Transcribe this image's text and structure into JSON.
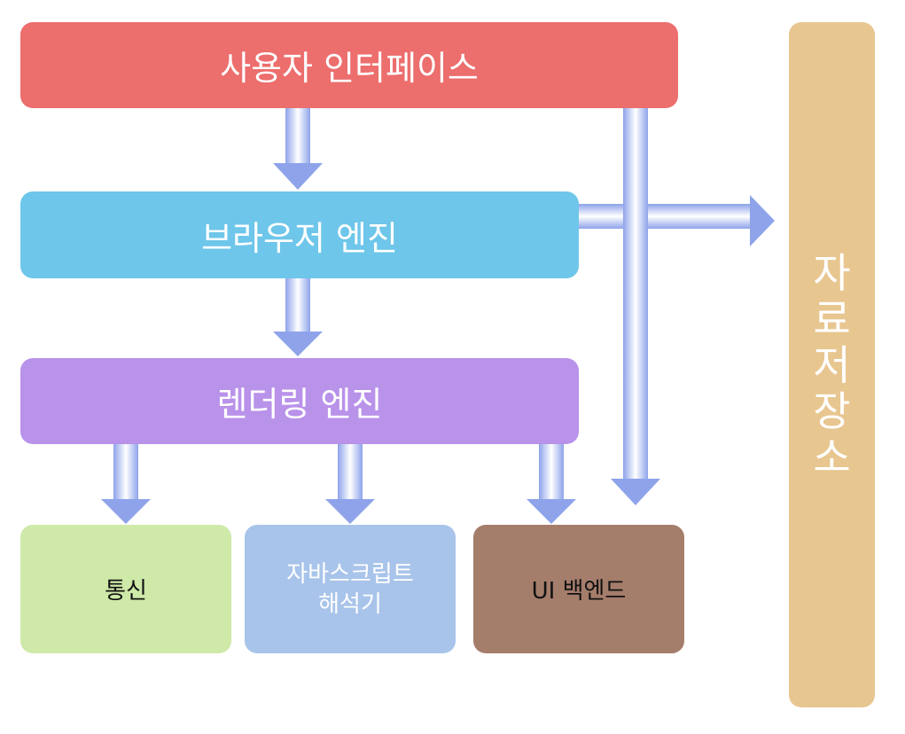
{
  "boxes": {
    "user_interface": "사용자 인터페이스",
    "browser_engine": "브라우저 엔진",
    "rendering_engine": "렌더링 엔진",
    "data_storage": "자\n료\n저\n장\n소",
    "networking": "통신",
    "js_interpreter": "자바스크립트\n해석기",
    "ui_backend": "UI 백엔드"
  },
  "colors": {
    "user_interface": "#ec6e6d",
    "browser_engine": "#6ec6ea",
    "rendering_engine": "#b992ea",
    "data_storage": "#e8c690",
    "networking": "#cee9a8",
    "js_interpreter": "#a8c4ea",
    "ui_backend": "#a57d6b",
    "arrow": "#9fb0ec"
  }
}
